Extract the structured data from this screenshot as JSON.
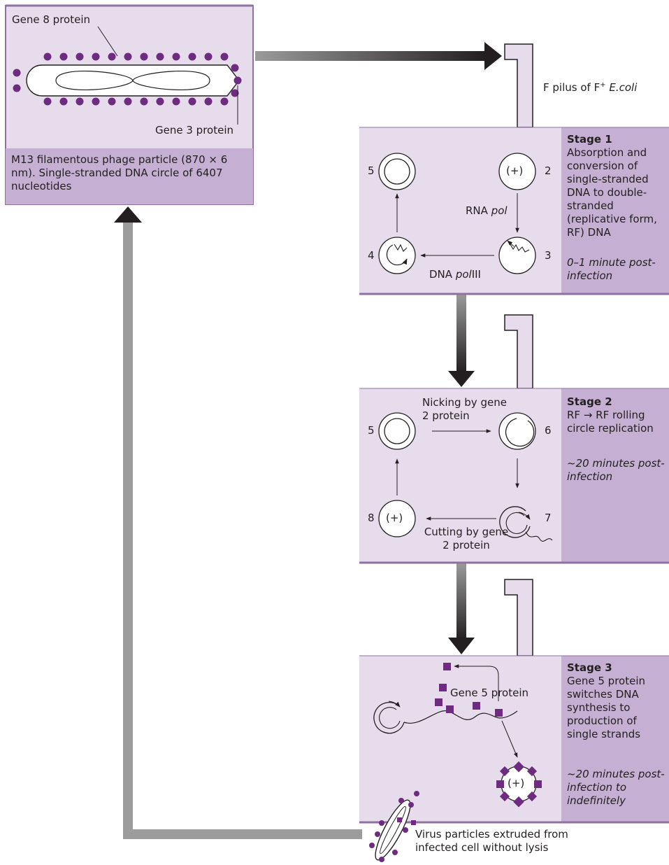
{
  "colors": {
    "panel": "#e6dcec",
    "panel_side": "#c5afd2",
    "panel_border": "#8f709f",
    "purple": "#6e2c80",
    "dark_arrow": "#231f20",
    "grey_arrow": "#9a9a9a"
  },
  "phage": {
    "gene8": "Gene 8 protein",
    "gene3": "Gene 3 protein",
    "caption": "M13 filamentous phage particle (870 × 6 nm). Single-stranded DNA circle of 6407 nucleotides"
  },
  "pilus": {
    "label_prefix": "F pilus of F",
    "label_sup": "+",
    "label_species": "E.coli"
  },
  "stage1": {
    "title": "Stage 1",
    "text": "Absorption and conversion of single-stranded DNA to double-stranded (replicative form, RF) DNA",
    "time": "0–1 minute post-infection",
    "n2": "2",
    "n3": "3",
    "n4": "4",
    "n5": "5",
    "plus": "(+)",
    "rna_pre": "RNA ",
    "rna_it": "pol",
    "dna_pre": "DNA ",
    "dna_it": "pol",
    "dna_post": "III"
  },
  "stage2": {
    "title": "Stage 2",
    "text": "RF → RF rolling circle replication",
    "time": "~20 minutes post-infection",
    "n5": "5",
    "n6": "6",
    "n7": "7",
    "n8": "8",
    "plus": "(+)",
    "nicking": "Nicking by gene 2 protein",
    "cutting": "Cutting by gene 2 protein"
  },
  "stage3": {
    "title": "Stage 3",
    "text": "Gene 5 protein switches DNA synthesis to production of single strands",
    "time": "~20 minutes post-infection to indefinitely",
    "gene5": "Gene 5 protein",
    "plus": "(+)"
  },
  "extrusion": {
    "label": "Virus particles extruded from infected cell without lysis"
  }
}
